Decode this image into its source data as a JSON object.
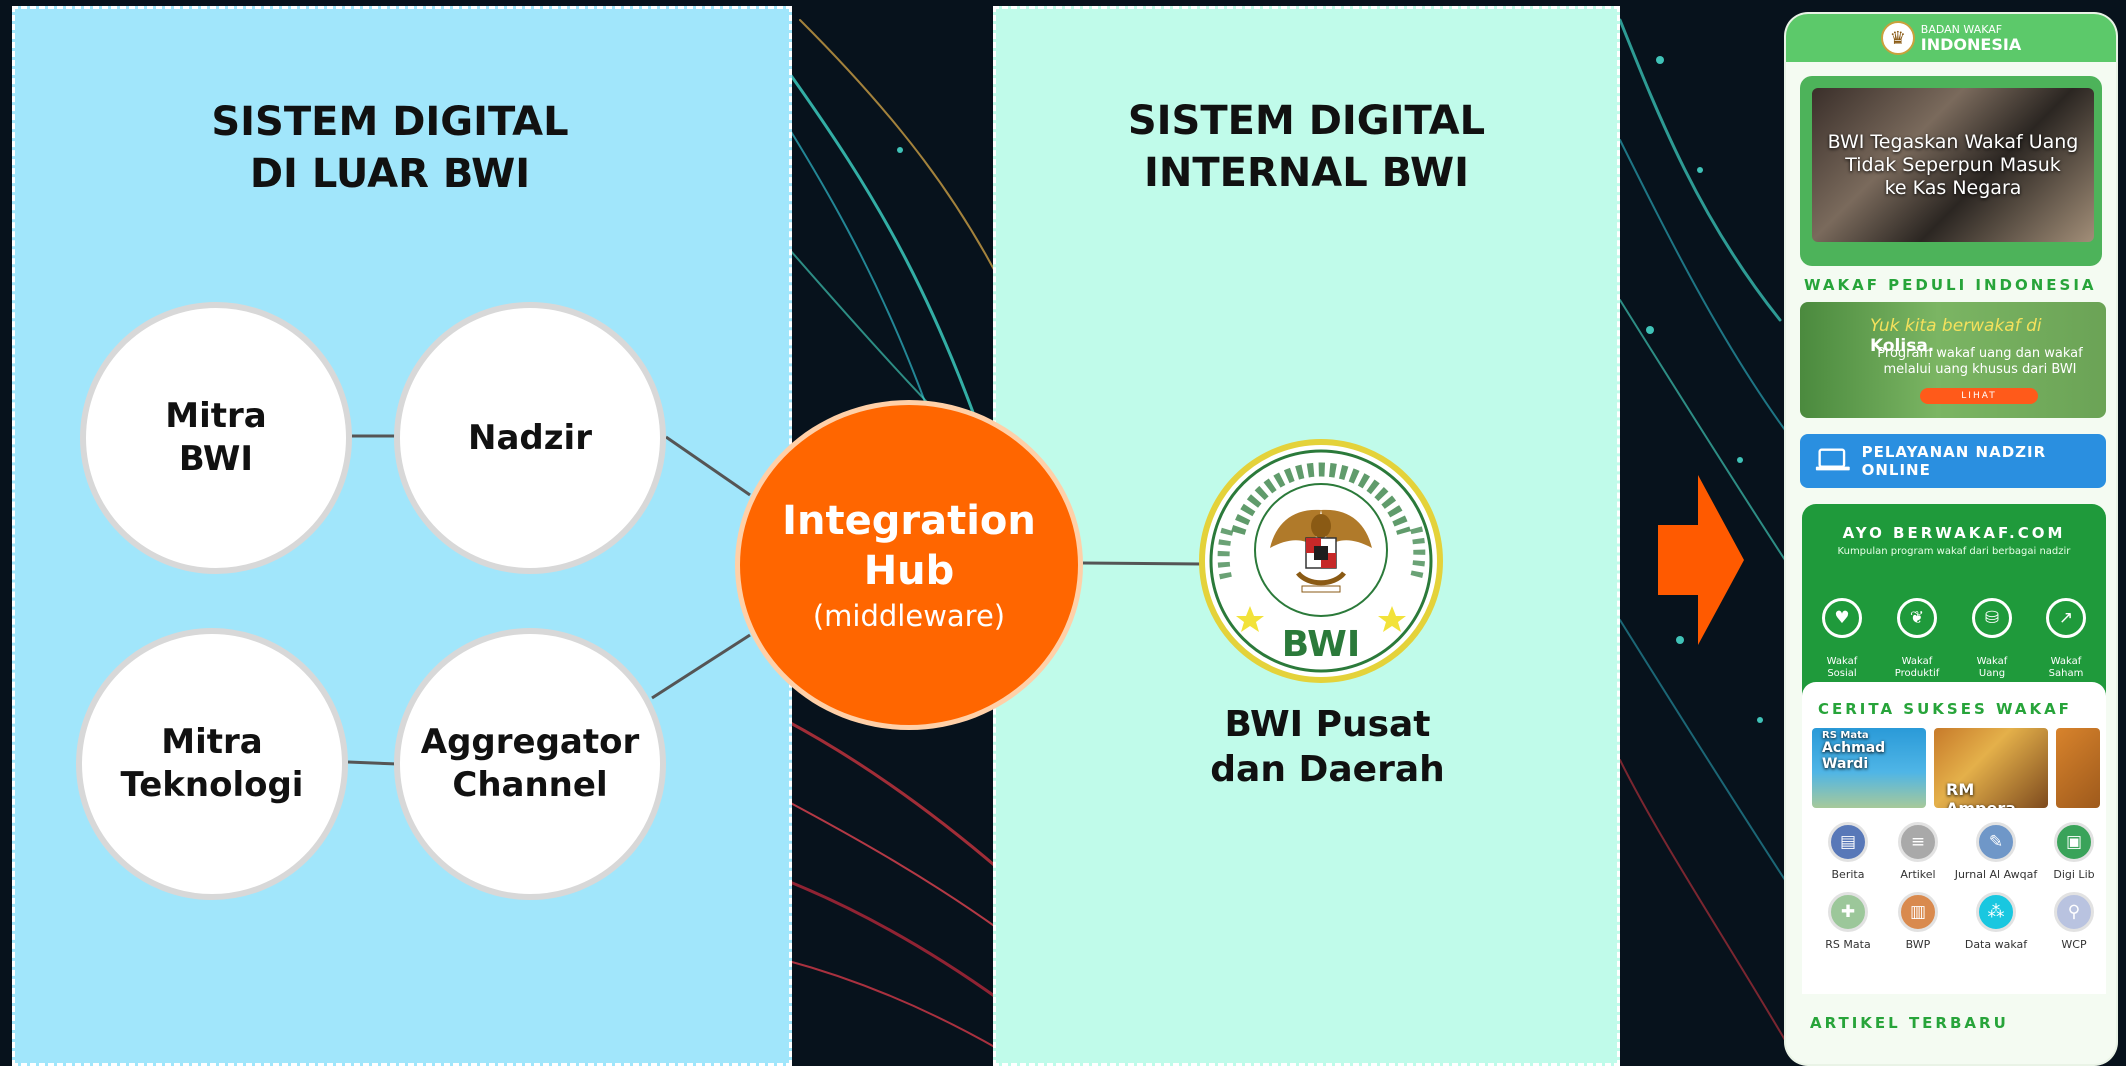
{
  "left_panel": {
    "title": "SISTEM DIGITAL\nDI LUAR BWI"
  },
  "mid_panel": {
    "title": "SISTEM DIGITAL\nINTERNAL BWI"
  },
  "nodes": {
    "mitra_bwi": "Mitra\nBWI",
    "nadzir": "Nadzir",
    "mitra_teknologi": "Mitra\nTeknologi",
    "aggregator": "Aggregator\nChannel"
  },
  "hub": {
    "title": "Integration\nHub",
    "subtitle": "(middleware)"
  },
  "bwi": {
    "caption": "BWI Pusat\ndan Daerah",
    "seal_text": "BWI"
  },
  "colors": {
    "left_panel": "#a1e6fb",
    "mid_panel": "#c0fbea",
    "hub": "#ff6600",
    "arrow": "#ff5a00",
    "app_green": "#1f9a3b"
  },
  "app": {
    "brand_small": "BADAN WAKAF",
    "brand_big": "INDONESIA",
    "news_headline": "BWI Tegaskan Wakaf Uang\nTidak Seperpun Masuk\nke Kas Negara",
    "section_peduli": "WAKAF PEDULI INDONESIA",
    "banner_tagline": "Yuk kita berwakaf di",
    "banner_brand": "Kolisa.",
    "banner_desc": "Program wakaf uang dan wakaf\nmelalui uang khusus dari BWI",
    "banner_button": "LIHAT",
    "nadzir_service": "PELAYANAN NADZIR ONLINE",
    "ayo_title": "AYO BERWAKAF.COM",
    "ayo_sub": "Kumpulan program wakaf dari berbagai nadzir",
    "categories": [
      {
        "label": "Wakaf\nSosial",
        "icon": "heart-icon",
        "glyph": "♥"
      },
      {
        "label": "Wakaf\nProduktif",
        "icon": "wheat-icon",
        "glyph": "❦"
      },
      {
        "label": "Wakaf\nUang",
        "icon": "money-icon",
        "glyph": "⛁"
      },
      {
        "label": "Wakaf\nSaham",
        "icon": "chart-icon",
        "glyph": "↗"
      }
    ],
    "cerita_label": "CERITA SUKSES WAKAF",
    "stories": [
      {
        "pre": "RS Mata",
        "title": "Achmad Wardi"
      },
      {
        "title": "RM Ampera"
      }
    ],
    "grid": [
      {
        "label": "Berita",
        "icon": "news-icon",
        "color": "#5878b8",
        "glyph": "▤"
      },
      {
        "label": "Artikel",
        "icon": "article-icon",
        "color": "#a9a9a9",
        "glyph": "≡"
      },
      {
        "label": "Jurnal Al Awqaf",
        "icon": "journal-icon",
        "color": "#6f97c8",
        "glyph": "✎"
      },
      {
        "label": "Digi Lib",
        "icon": "library-icon",
        "color": "#3aa35a",
        "glyph": "▣"
      },
      {
        "label": "RS Mata",
        "icon": "hospital-icon",
        "color": "#9cc79a",
        "glyph": "✚"
      },
      {
        "label": "BWP",
        "icon": "bwp-icon",
        "color": "#d98a4e",
        "glyph": "▥"
      },
      {
        "label": "Data wakaf",
        "icon": "data-icon",
        "color": "#19c7e0",
        "glyph": "⁂"
      },
      {
        "label": "WCP",
        "icon": "wcp-icon",
        "color": "#b9c3e0",
        "glyph": "⚲"
      }
    ],
    "artikel_label": "ARTIKEL TERBARU"
  }
}
